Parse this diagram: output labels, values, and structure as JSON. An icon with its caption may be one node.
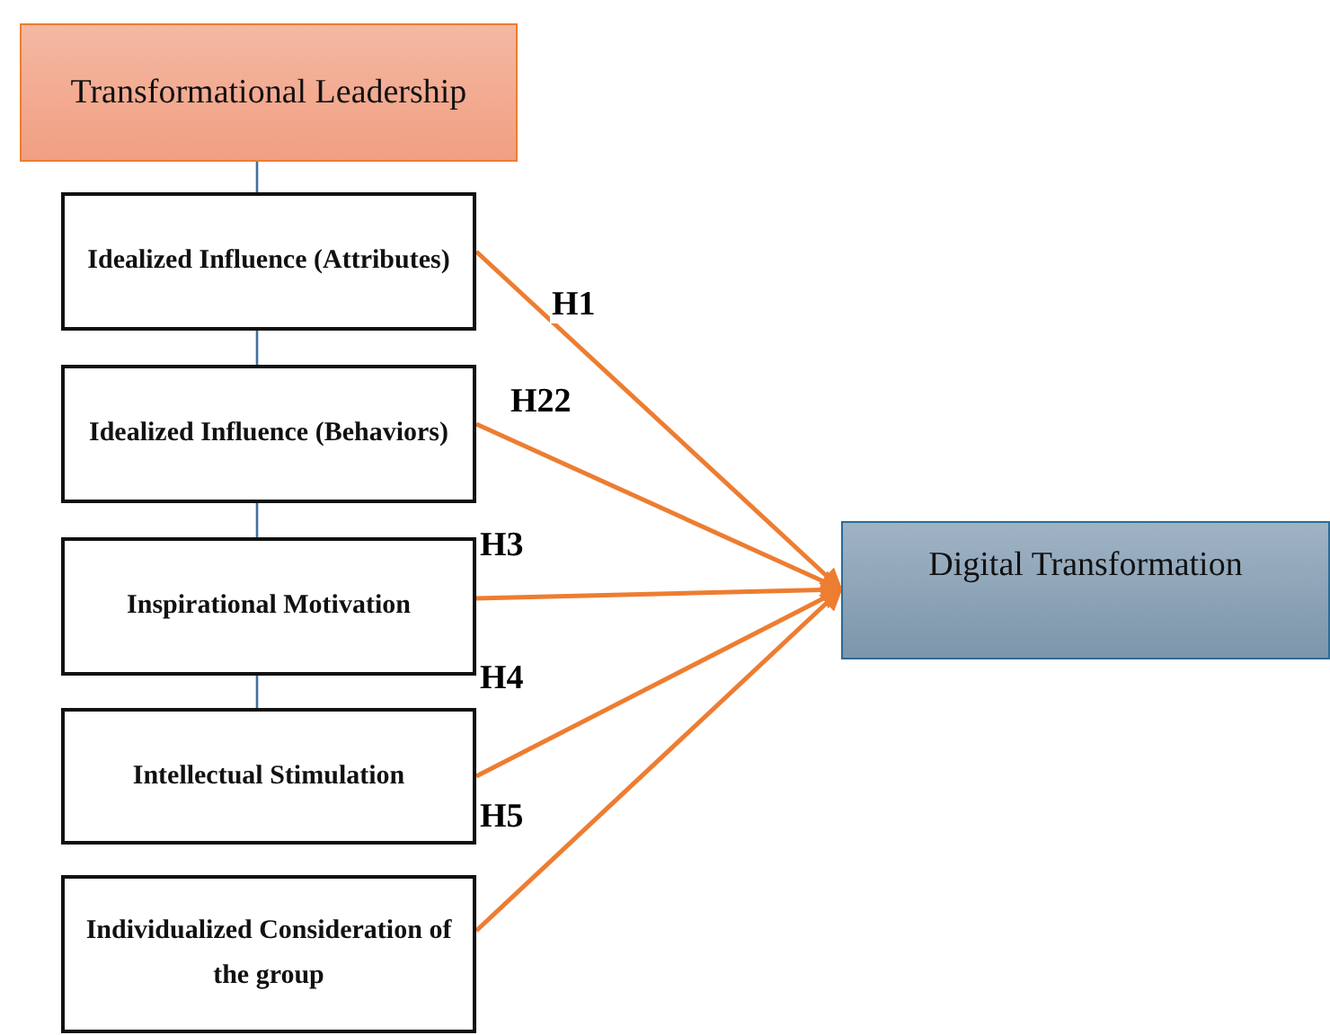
{
  "diagram": {
    "nodes": [
      {
        "text": [
          "Transformational Leadership"
        ]
      },
      {
        "text": [
          "Idealized Influence (Attributes)"
        ]
      },
      {
        "text": [
          "Idealized Influence (Behaviors)"
        ]
      },
      {
        "text": [
          "Inspirational Motivation"
        ]
      },
      {
        "text": [
          "Intellectual Stimulation"
        ]
      },
      {
        "text": [
          "Individualized Consideration of the group"
        ]
      },
      {
        "text": [
          "Digital Transformation"
        ]
      }
    ],
    "edges": [
      {
        "from": 0,
        "to": 1,
        "arrow": "none",
        "color": "#41719c"
      },
      {
        "from": 1,
        "to": 2,
        "arrow": "none",
        "color": "#41719c"
      },
      {
        "from": 2,
        "to": 3,
        "arrow": "none",
        "color": "#41719c"
      },
      {
        "from": 3,
        "to": 4,
        "arrow": "none",
        "color": "#41719c"
      },
      {
        "from": 1,
        "to": 6,
        "arrow": "to",
        "label": "H1"
      },
      {
        "from": 2,
        "to": 6,
        "arrow": "to",
        "label": "H22"
      },
      {
        "from": 3,
        "to": 6,
        "arrow": "to",
        "label": "H3"
      },
      {
        "from": 4,
        "to": 6,
        "arrow": "to",
        "label": "H4"
      },
      {
        "from": 5,
        "to": 6,
        "arrow": "to",
        "label": "H5"
      }
    ]
  }
}
